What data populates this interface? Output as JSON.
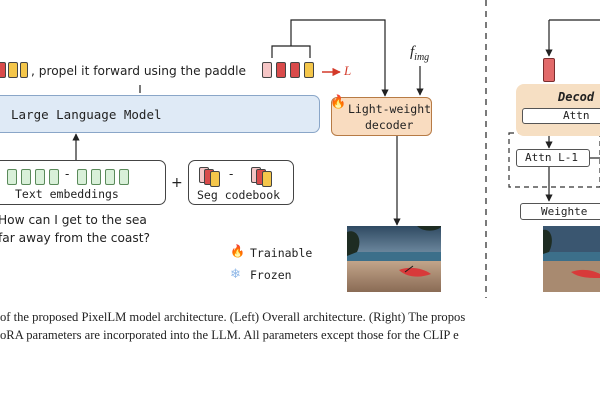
{
  "left": {
    "prompt_text": ", propel it forward using the paddle",
    "llm_label": "Large Language Model",
    "text_embeddings_label": "Text embeddings",
    "seg_codebook_label": "Seg codebook",
    "plus_sign": "+",
    "dash_sign": "-",
    "question_line1": "How can I get to the sea",
    "question_line2": "far away from the coast?",
    "decoder_line1": "Light-weight",
    "decoder_line2": "decoder",
    "f_img": "f",
    "f_img_sub": "img",
    "loss_label": "L",
    "legend_trainable": "Trainable",
    "legend_frozen": "Frozen"
  },
  "right": {
    "decoder_title": "Decod",
    "attn_label": "Attn",
    "attn_l1_label": "Attn L-1",
    "weighted_label": "Weighte"
  },
  "caption": {
    "line1": "of the proposed PixelLM model architecture.  (Left) Overall architecture.  (Right) The propos",
    "line2": "oRA parameters are incorporated into the LLM. All parameters except those for the CLIP e"
  },
  "colors": {
    "llm_fill": "#dfeaf6",
    "decoder_fill": "#f9dcc0",
    "token_red": "#d94a4a",
    "token_yellow": "#f4c64a",
    "token_green": "#d9f0d9",
    "arrow_red": "#d33a2a",
    "frozen_blue": "#8fb8e8"
  }
}
